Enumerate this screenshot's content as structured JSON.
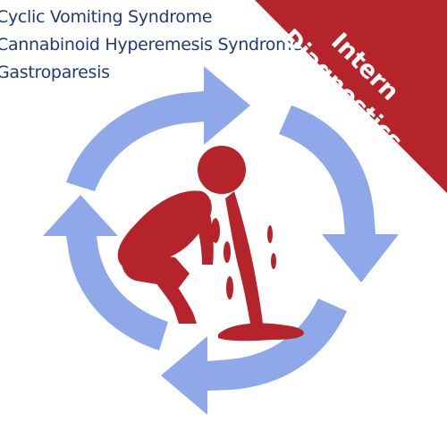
{
  "conditions": [
    "Cyclic Vomiting Syndrome",
    "Cannabinoid Hyperemesis Syndrome",
    "Gastroparesis"
  ],
  "banner": {
    "line1": "Intern",
    "line2": "Diagnostics"
  },
  "colors": {
    "cycle_arrows": "#8ea8ea",
    "figure": "#b5232b",
    "banner": "#b5232b",
    "condition_text": "#1f3a78"
  },
  "icons": {
    "cycle": "circular-arrows-icon",
    "figure": "vomiting-person-icon"
  }
}
